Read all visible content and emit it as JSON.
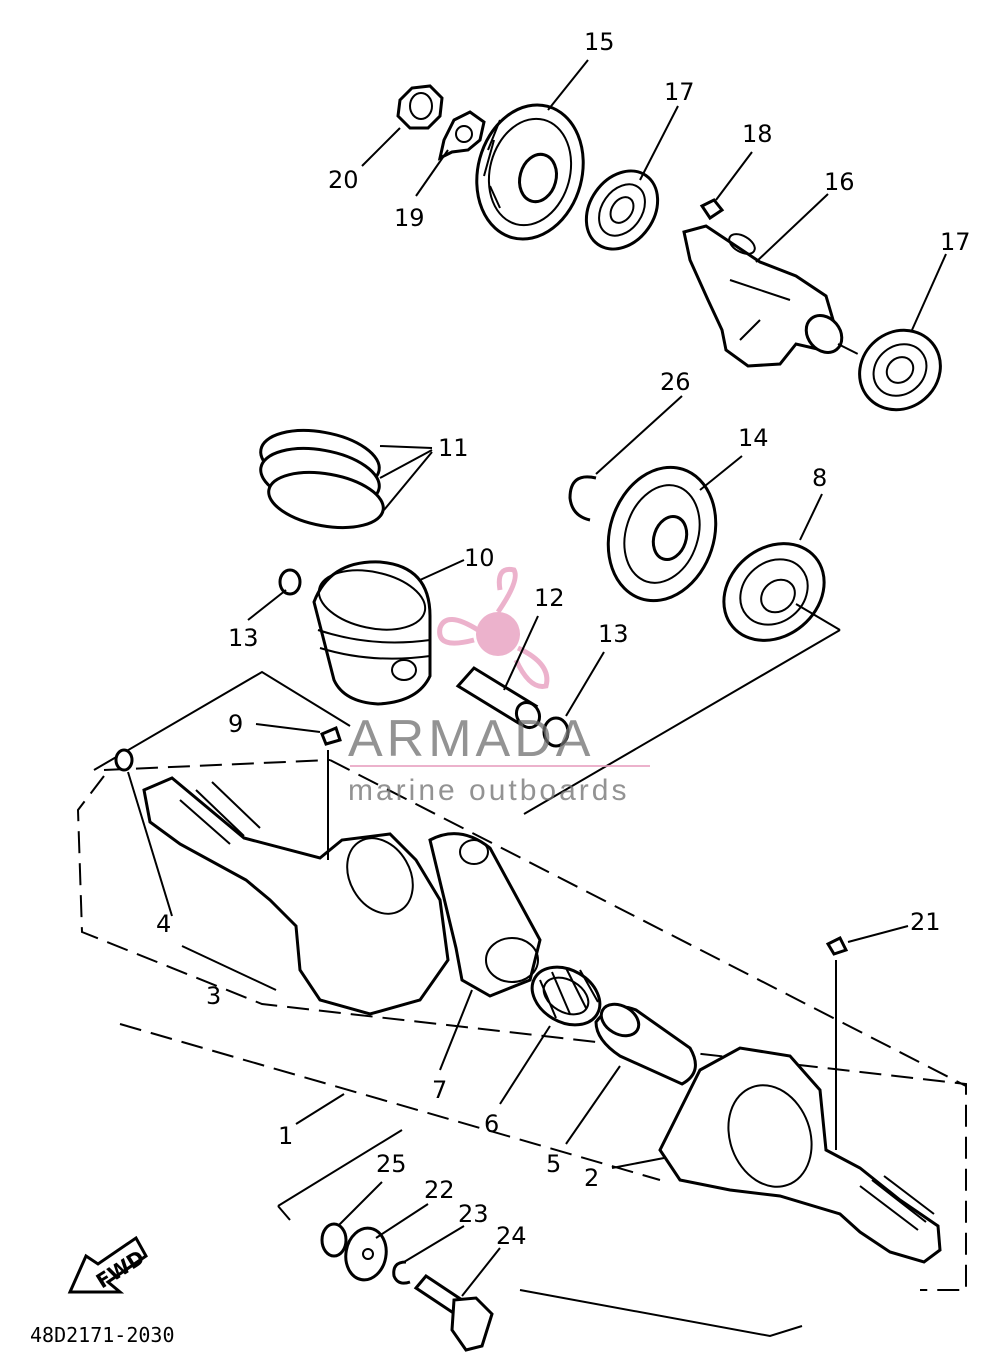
{
  "diagram": {
    "callouts": [
      "1",
      "2",
      "3",
      "4",
      "5",
      "6",
      "7",
      "8",
      "9",
      "10",
      "11",
      "12",
      "13",
      "13",
      "14",
      "15",
      "16",
      "17",
      "17",
      "18",
      "19",
      "20",
      "21",
      "22",
      "23",
      "24",
      "25",
      "26"
    ],
    "part_code": "48D2171-2030",
    "fwd_label": "FWD"
  },
  "watermark": {
    "title": "ARMADA",
    "subtitle": "marine outboards",
    "logo_color": "#e8a0c0",
    "text_color": "#6f6f6f"
  }
}
